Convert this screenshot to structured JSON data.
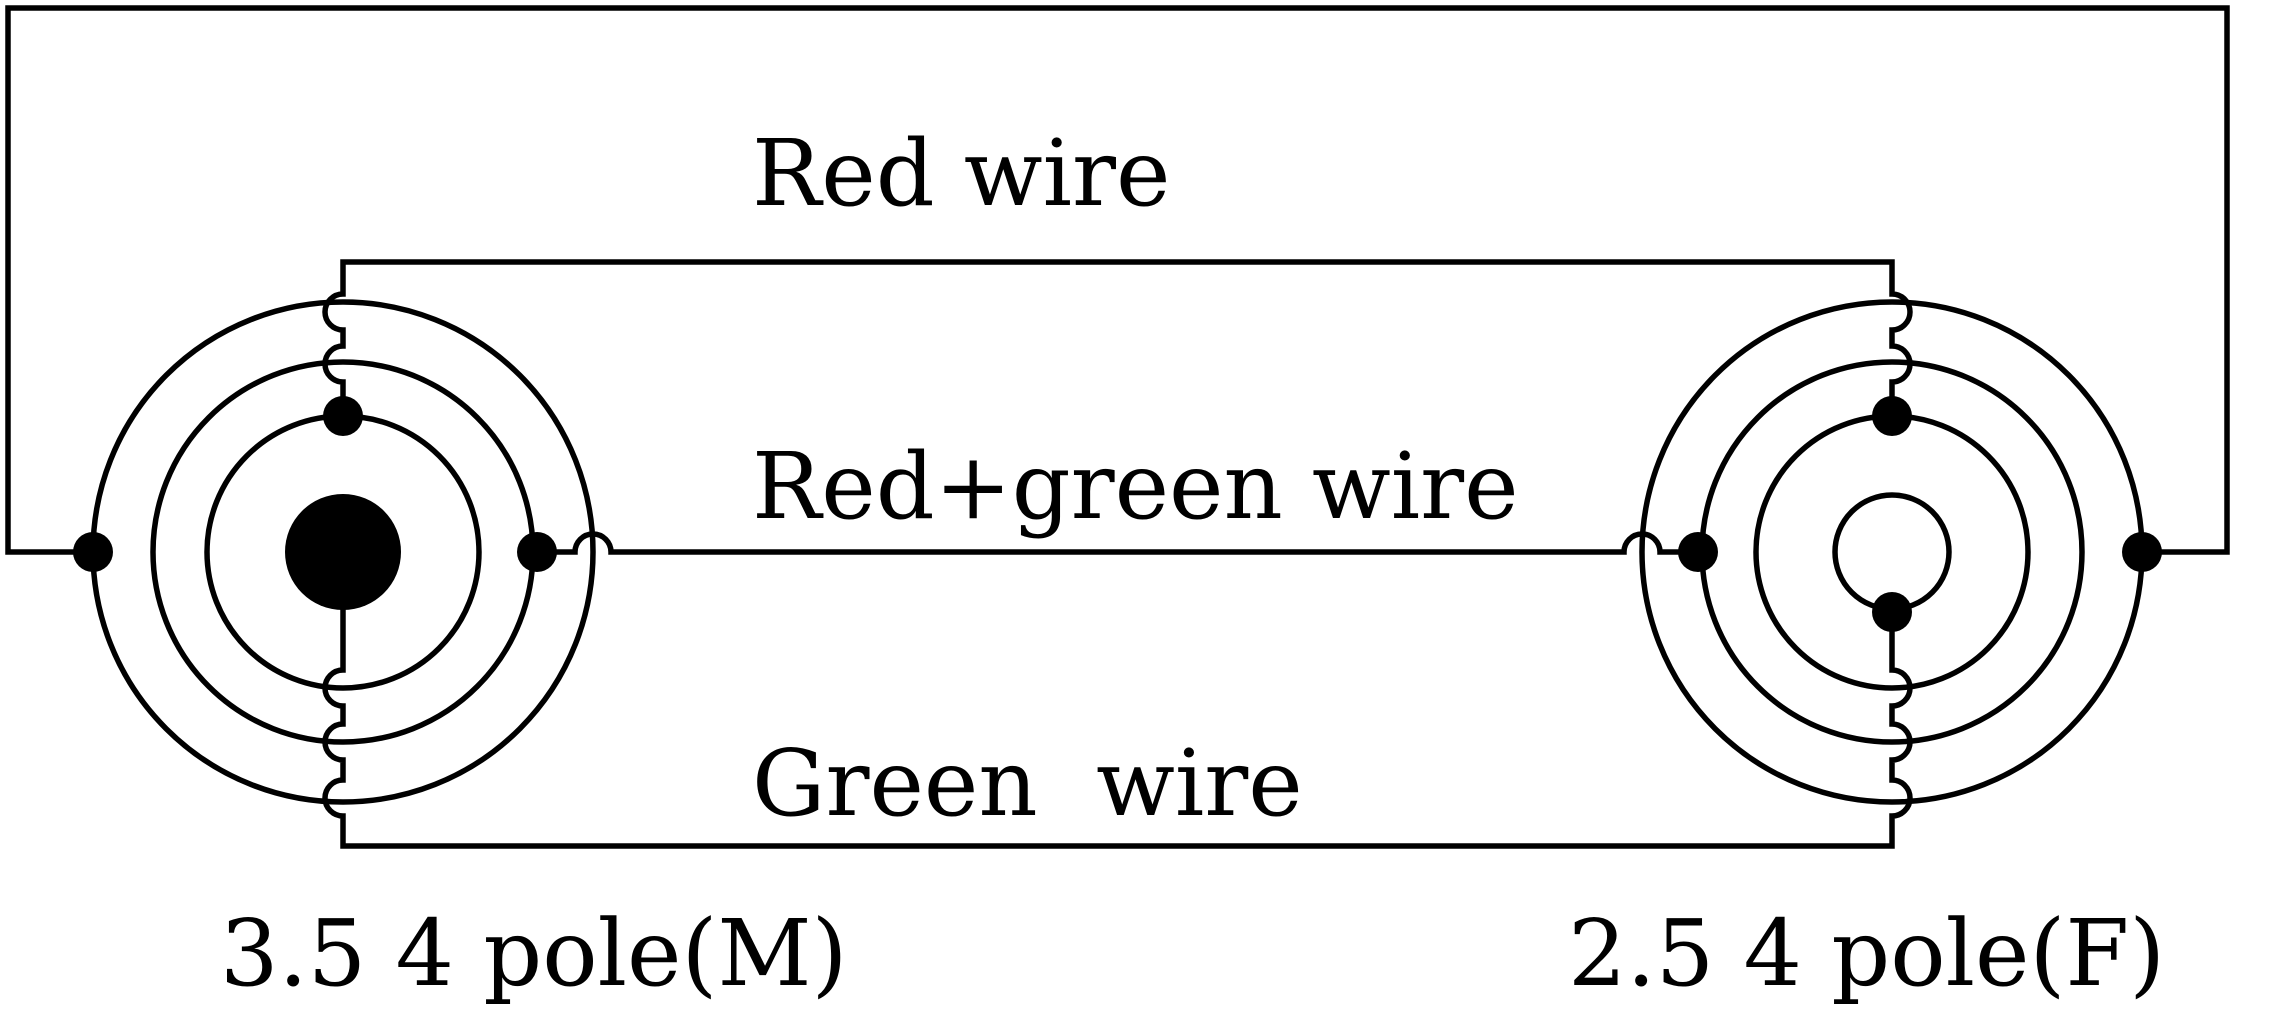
{
  "colors": {
    "line": "#000000",
    "background": "#ffffff"
  },
  "labels": {
    "red_wire": "Red wire",
    "red_green_wire": "Red+green wire",
    "green_wire": "Green  wire"
  },
  "connectors": {
    "left": {
      "label": "3.5 4 pole(M)"
    },
    "right": {
      "label": "2.5 4 pole(F)"
    }
  }
}
